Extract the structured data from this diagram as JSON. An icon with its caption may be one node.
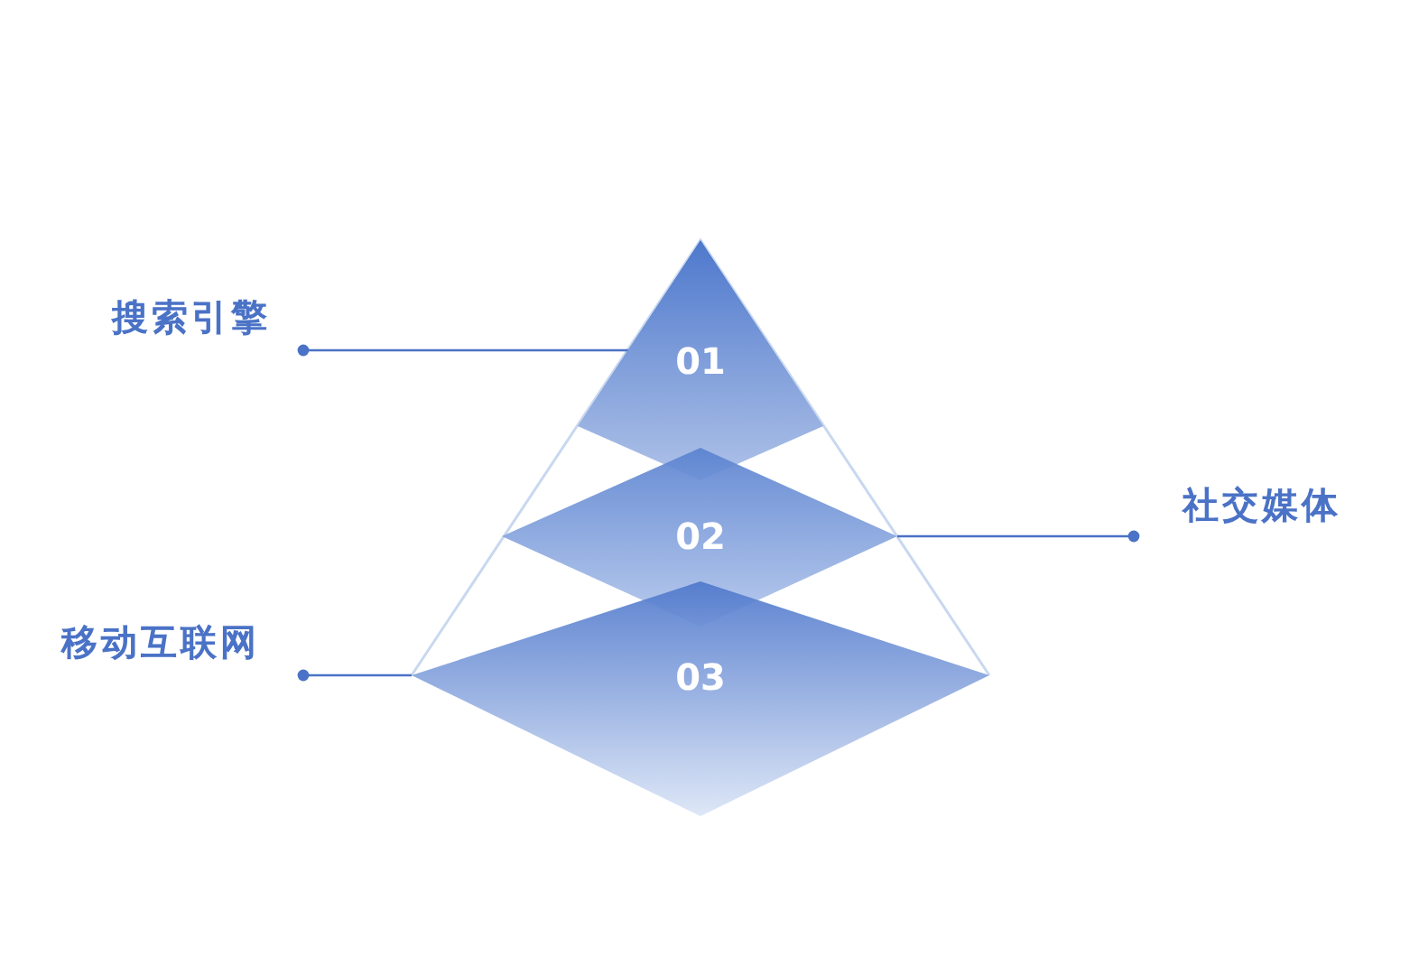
{
  "diagram": {
    "nodes": [
      {
        "text": [
          "01"
        ]
      },
      {
        "text": [
          "02"
        ]
      },
      {
        "text": [
          "03"
        ]
      },
      {
        "text": [
          "搜索引擎"
        ]
      },
      {
        "text": [
          "社交媒体"
        ]
      },
      {
        "text": [
          "移动互联网"
        ]
      }
    ],
    "edges": [
      {
        "from": 3,
        "to": 0,
        "arrow": "other"
      },
      {
        "from": 4,
        "to": 1,
        "arrow": "other"
      },
      {
        "from": 5,
        "to": 2,
        "arrow": "other"
      }
    ]
  }
}
